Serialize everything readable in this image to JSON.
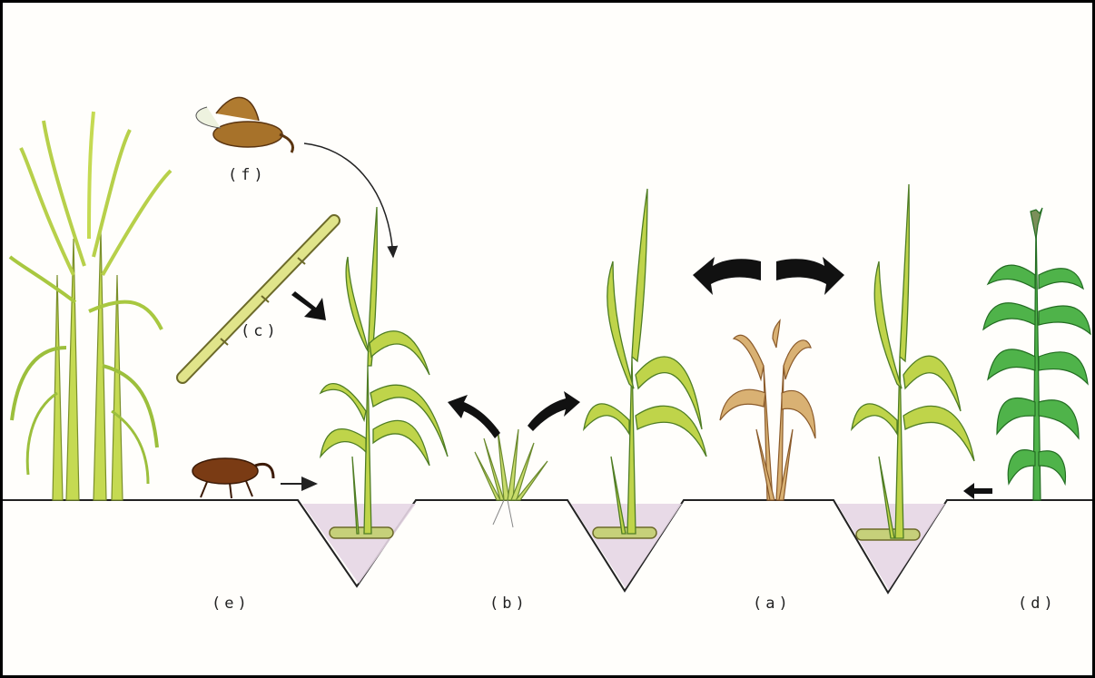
{
  "labels": {
    "f": "(f)",
    "c": "(c)",
    "e": "(e)",
    "b": "(b)",
    "a": "(a)",
    "d": "(d)"
  },
  "colors": {
    "border": "#000000",
    "soil_pit": "#e6d6e4",
    "leaf_green": "#b7d04a",
    "leaf_dark": "#4f7d24",
    "dry_leaf": "#c99a62",
    "corn_green": "#48a845",
    "insect_brown": "#7a3b14",
    "arrow": "#111111"
  }
}
